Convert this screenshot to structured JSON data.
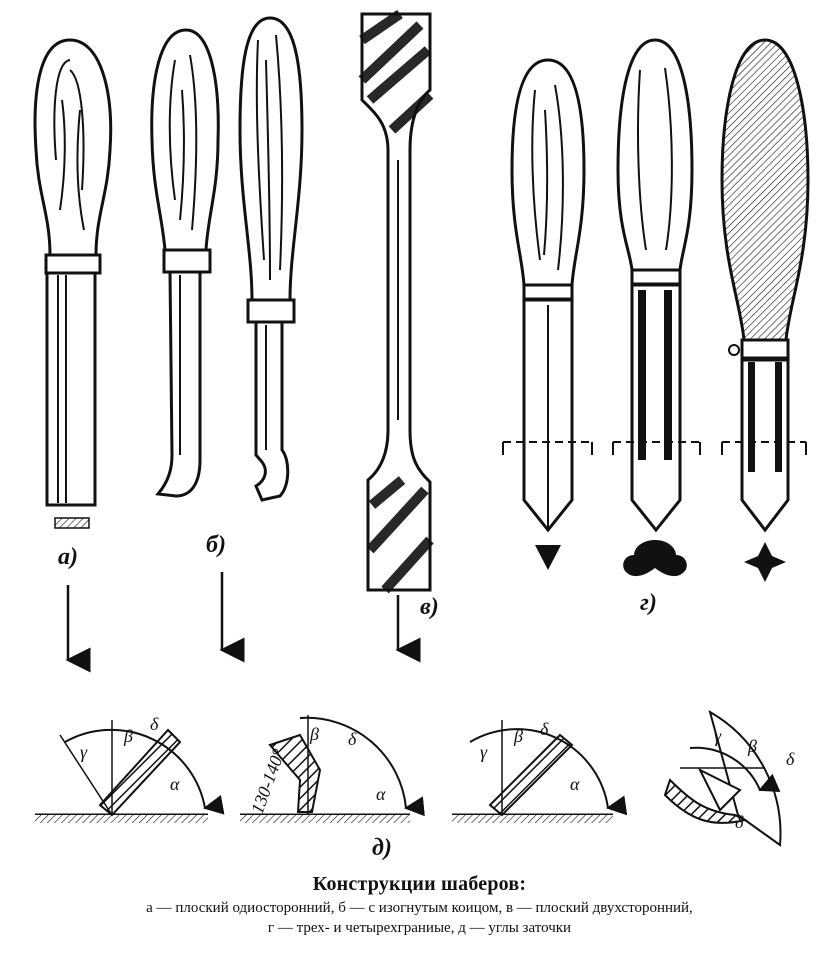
{
  "labels": {
    "a": "а)",
    "b": "б)",
    "v": "в)",
    "g": "г)",
    "d": "д)"
  },
  "angle_labels": {
    "gamma": "γ",
    "beta": "β",
    "delta": "δ",
    "alpha": "α",
    "range": "130-140°"
  },
  "caption": {
    "title": "Конструкции шаберов:",
    "line1": "а — плоский одиосторонний, б — с изогнутым коицом, в — плоский двухсторонний,",
    "line2": "г — трех- и четырехграниые, д — углы заточки"
  },
  "colors": {
    "ink": "#111111",
    "paper": "#ffffff"
  }
}
